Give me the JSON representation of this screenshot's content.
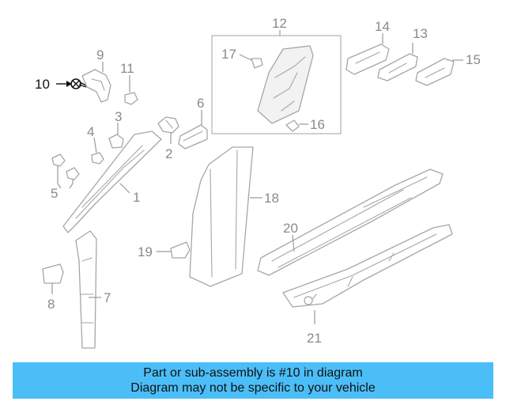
{
  "diagram": {
    "highlighted_callout": "10",
    "callouts": {
      "c1": "1",
      "c2": "2",
      "c3": "3",
      "c4": "4",
      "c5": "5",
      "c6": "6",
      "c7": "7",
      "c8": "8",
      "c9": "9",
      "c10": "10",
      "c11": "11",
      "c12": "12",
      "c13": "13",
      "c14": "14",
      "c15": "15",
      "c16": "16",
      "c17": "17",
      "c18": "18",
      "c19": "19",
      "c20": "20",
      "c21": "21"
    },
    "colors": {
      "line_art": "#a6a6a6",
      "highlight": "#111111",
      "banner": "#4bbef8"
    }
  },
  "footer": {
    "line1": "Part or sub-assembly is #10 in diagram",
    "line2": "Diagram may not be specific to your vehicle"
  }
}
